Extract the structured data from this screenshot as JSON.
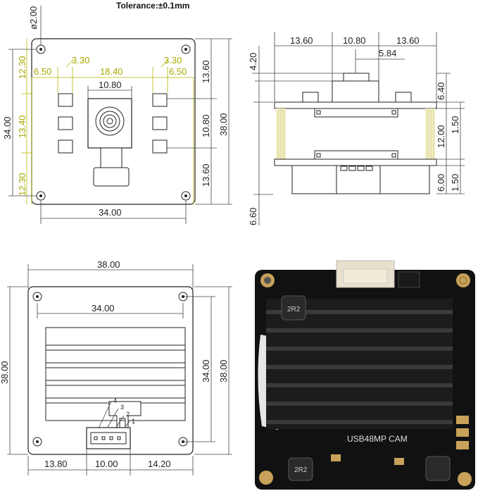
{
  "header": {
    "tolerance": "Tolerance:±0.1mm"
  },
  "front_view": {
    "hole_dia": "ø2.00",
    "d_12_30_top": "12.30",
    "d_6_50_left": "6.50",
    "d_3_30_left": "3.30",
    "d_18_40": "18.40",
    "d_3_30_right": "3.30",
    "d_6_50_right": "6.50",
    "d_10_80_top": "10.80",
    "d_34_00_left": "34.00",
    "d_13_40": "13.40",
    "d_12_30_bottom": "12.30",
    "d_13_60_top": "13.60",
    "d_10_80_right": "10.80",
    "d_13_60_bottom": "13.60",
    "d_38_00": "38.00",
    "d_34_00_bottom": "34.00"
  },
  "side_view": {
    "d_13_60_left": "13.60",
    "d_10_80": "10.80",
    "d_13_60_right": "13.60",
    "d_5_84": "5.84",
    "d_4_20": "4.20",
    "d_6_40": "6.40",
    "d_1_50_top": "1.50",
    "d_12_00": "12.00",
    "d_6_00": "6.00",
    "d_1_50_bottom": "1.50",
    "d_6_60": "6.60"
  },
  "back_view": {
    "d_38_00_top": "38.00",
    "d_34_00_top": "34.00",
    "d_38_00_left": "38.00",
    "d_34_00_right": "34.00",
    "d_38_00_right": "38.00",
    "d_13_80": "13.80",
    "d_10_00": "10.00",
    "d_14_20": "14.20",
    "pin_4": "4",
    "pin_3": "3",
    "pin_2": "2",
    "pin_1": "1"
  },
  "photo": {
    "board_label": "USB48MP CAM",
    "inductor_top": "2R2",
    "inductor_bottom": "2R2"
  },
  "colors": {
    "dim_line": "#444444",
    "highlight_dim": "#b8b800",
    "pcb": "#111111",
    "gold": "#c8a25a"
  }
}
